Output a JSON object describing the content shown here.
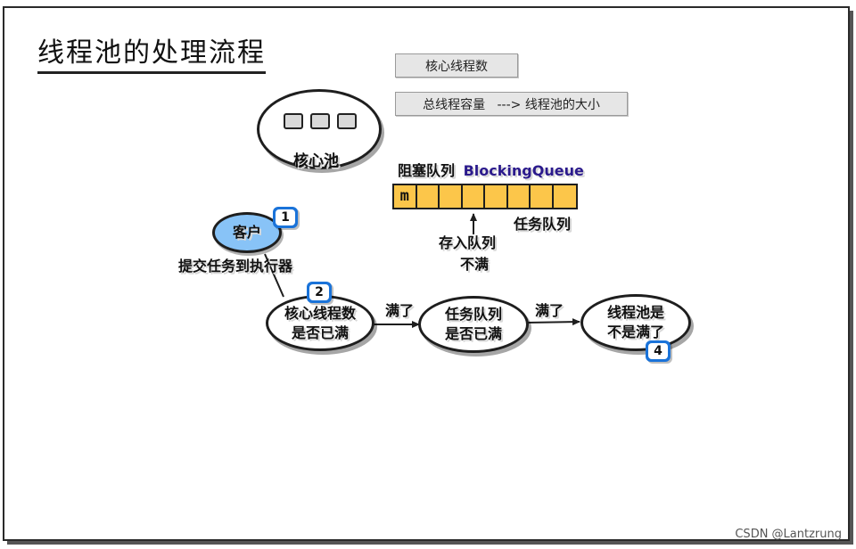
{
  "title": "线程池的处理流程",
  "legend": {
    "core_threads": "核心线程数",
    "total_capacity": "总线程容量   ---> 线程池的大小"
  },
  "core_pool": {
    "label": "核心池"
  },
  "queue": {
    "title_cn": "阻塞队列",
    "title_en": "BlockingQueue",
    "first_cell": "m",
    "caption": "任务队列"
  },
  "client": {
    "label": "客户"
  },
  "submit_label": "提交任务到执行器",
  "store_label": "存入队列",
  "not_full_label": "不满",
  "steps": {
    "core_check": [
      "核心线程数",
      "是否已满"
    ],
    "queue_check": [
      "任务队列",
      "是否已满"
    ],
    "pool_check": [
      "线程池是",
      "不是满了"
    ]
  },
  "full_label_1": "满了",
  "full_label_2": "满了",
  "badges": [
    "1",
    "2",
    "4"
  ],
  "watermark": "CSDN @Lantzrung",
  "colors": {
    "client": "#88c3f7",
    "badge": "#1a73d9",
    "queue": "#fcc64a"
  }
}
